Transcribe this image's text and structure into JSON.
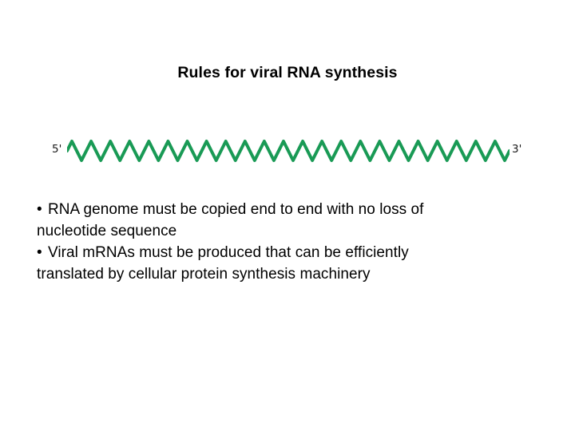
{
  "slide": {
    "title": "Rules for viral RNA synthesis",
    "background_color": "#ffffff",
    "text_color": "#000000"
  },
  "diagram": {
    "name": "rna-genome-strand",
    "five_prime_label": "5'",
    "three_prime_label": "3'",
    "strand_color": "#199a55",
    "strand_style": "zigzag-wave",
    "wave_cycles": 23,
    "stroke_width": 4
  },
  "bullets": [
    {
      "marker": "•",
      "line1": "RNA genome must be copied end to end with no loss of",
      "line2": "nucleotide sequence",
      "full_text": "RNA genome must be copied end to end with no loss of nucleotide sequence"
    },
    {
      "marker": "•",
      "line1": "Viral mRNAs must be produced that can be efficiently",
      "line2": "translated by cellular protein synthesis machinery",
      "full_text": "Viral mRNAs must be produced that can be efficiently translated by cellular protein synthesis machinery"
    }
  ]
}
